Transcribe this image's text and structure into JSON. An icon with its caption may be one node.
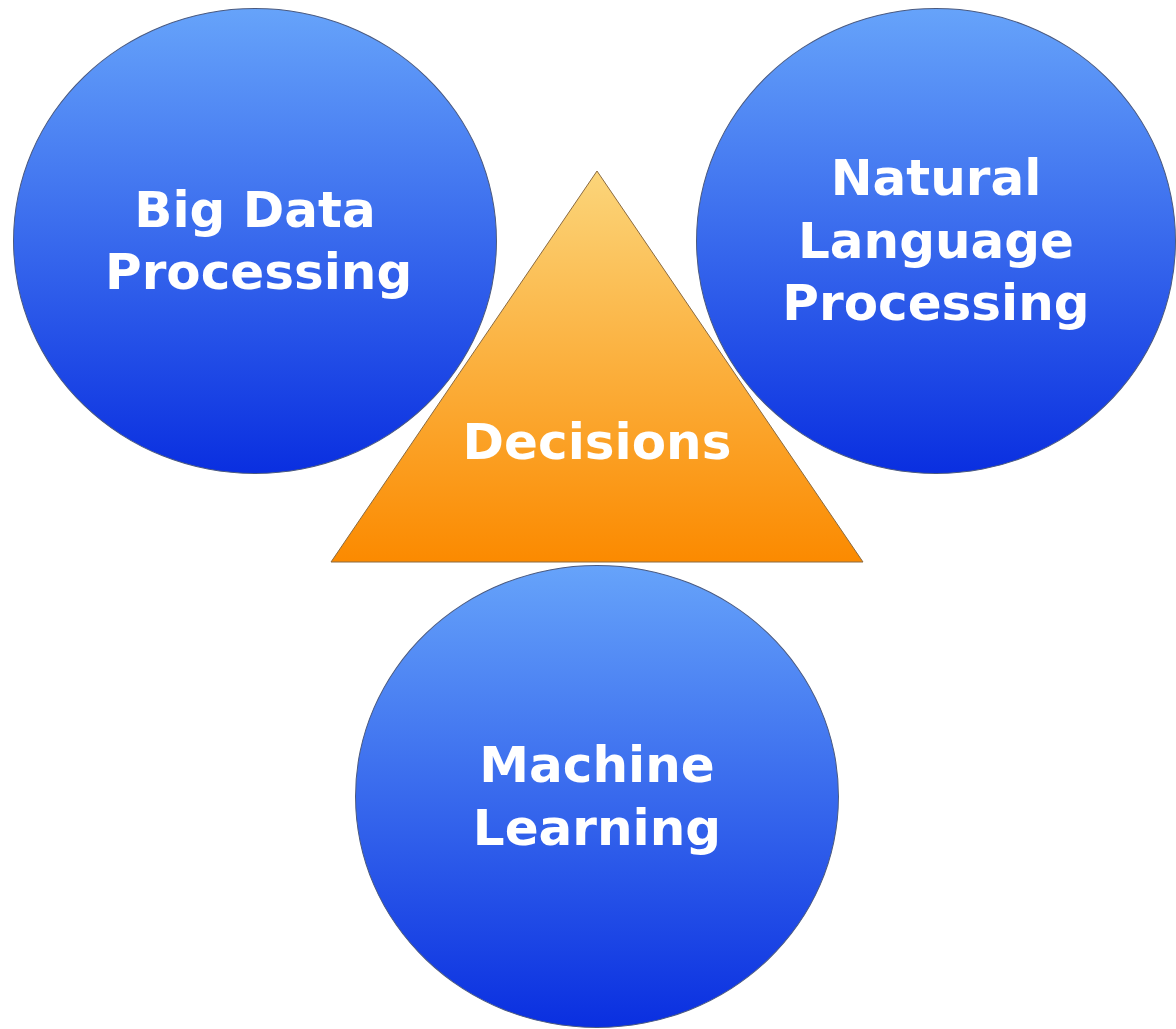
{
  "diagram": {
    "nodes": [
      {
        "text": [
          "Big Data Processing"
        ]
      },
      {
        "text": [
          "Natural Language Processing"
        ]
      },
      {
        "text": [
          "Decisions"
        ]
      },
      {
        "text": [
          "Machine Learning"
        ]
      }
    ]
  }
}
